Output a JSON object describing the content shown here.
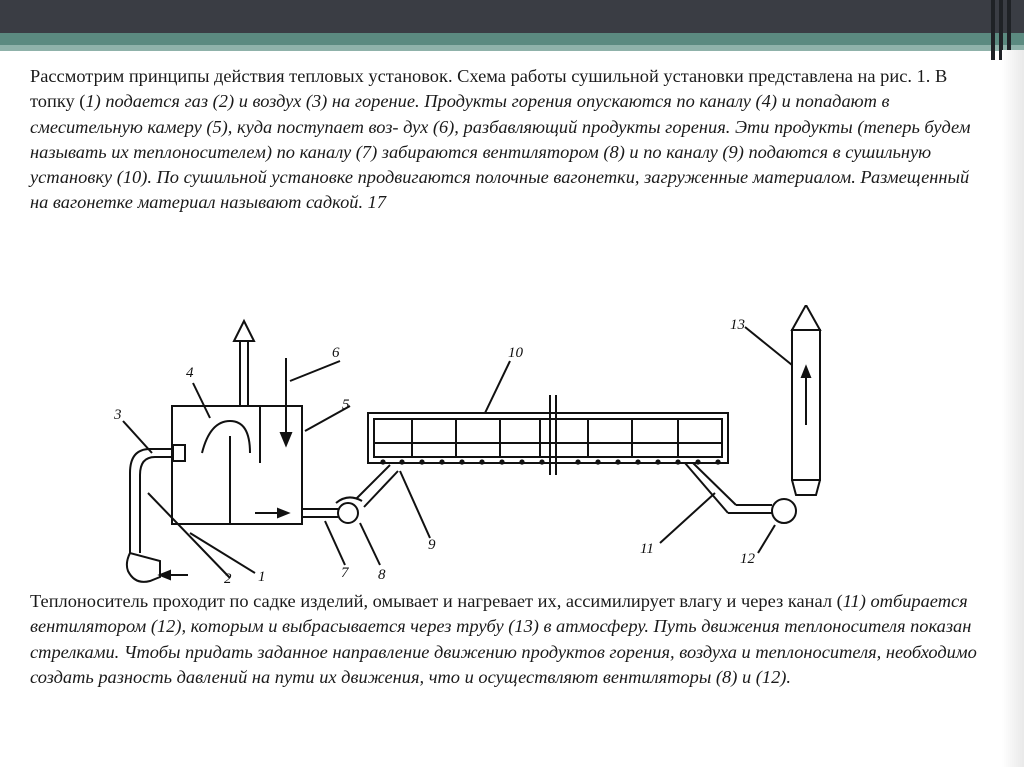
{
  "slide": {
    "paragraph_top": {
      "normal": "Рассмотрим принципы действия тепловых установок. Схема работы сушильной установки представлена на рис. 1. В топку (",
      "italic": "1) подается газ (2) и воздух (3) на горение. Продукты горения опускаются по каналу (4) и попадают в смесительную камеру (5), куда поступает воз- дух (6), разбавляющий продукты горения. Эти продукты (теперь будем называть их теплоносителем) по каналу (7) забираются вентилятором (8) и по каналу (9) подаются в сушильную установку (10). По сушильной установке продвигаются полочные вагонетки, загруженные материалом. Размещенный на вагонетке материал называют садкой. 17"
    },
    "paragraph_bottom": {
      "normal": "Теплоноситель проходит по садке изделий, омывает и нагревает их, ассимилирует влагу и через канал (",
      "italic": "11) отбирается вентилятором (12), которым и выбрасывается через трубу (13) в атмосферу. Путь движения теплоносителя показан стрелками. Чтобы придать заданное направление движению продуктов горения, воздуха и теплоносителя, необходимо создать разность давлений на пути их движения, что и осуществляют вентиляторы (8) и (12)."
    },
    "diagram": {
      "labels": {
        "l1": "1",
        "l2": "2",
        "l3": "3",
        "l4": "4",
        "l5": "5",
        "l6": "6",
        "l7": "7",
        "l8": "8",
        "l9": "9",
        "l10": "10",
        "l11": "11",
        "l12": "12",
        "l13": "13"
      }
    }
  },
  "colors": {
    "topbar": "#3a3d44",
    "teal": "#5b8a80",
    "teal_light": "#8fb2aa"
  }
}
